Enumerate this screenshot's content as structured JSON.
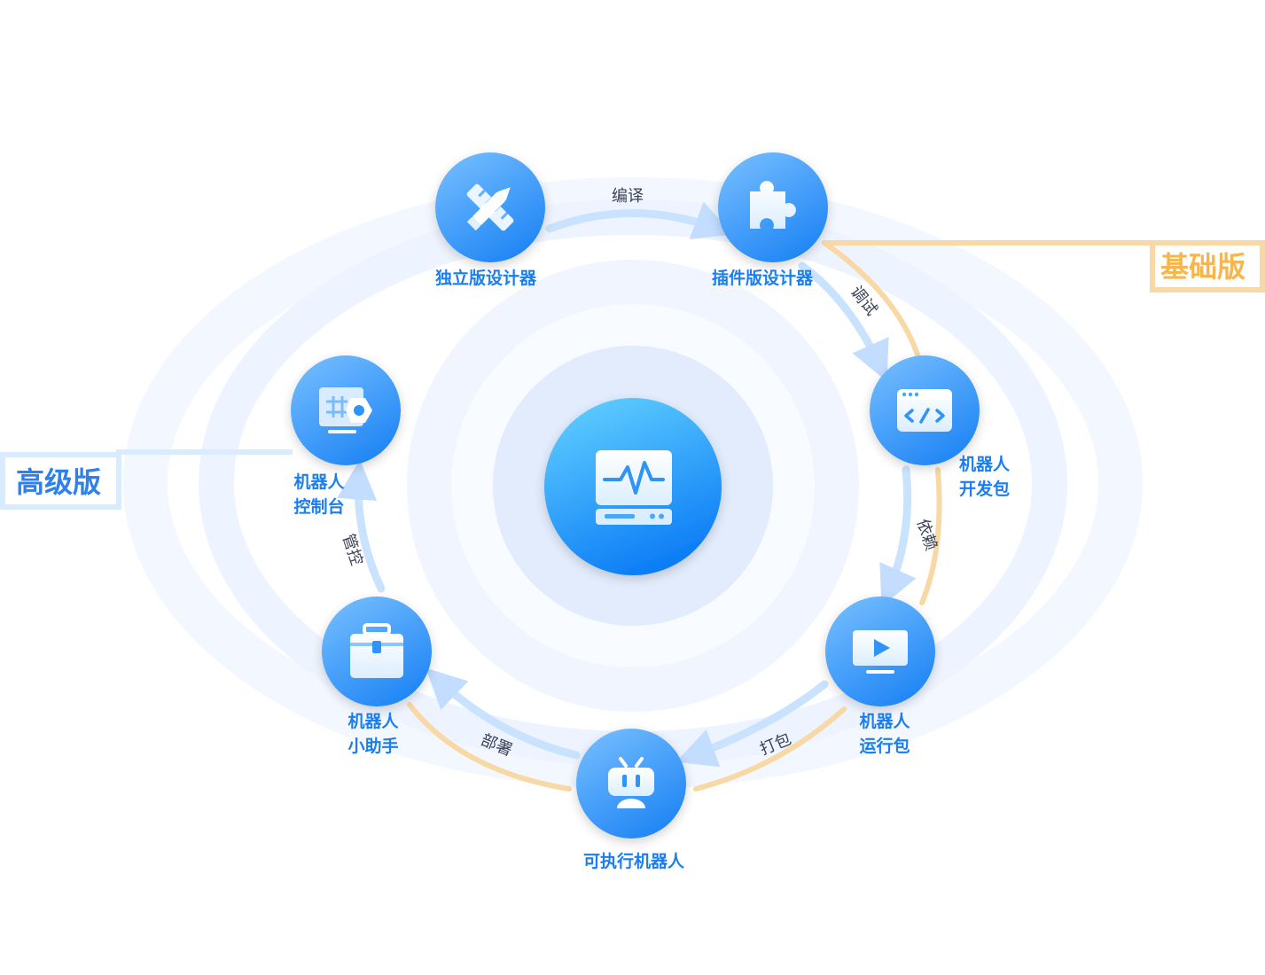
{
  "tiers": {
    "basic": {
      "label": "基础版",
      "color": "#f8d8a4",
      "text_color": "#f7b54e"
    },
    "advanced": {
      "label": "高级版",
      "color": "#d8ebff",
      "text_color": "#2f80ed"
    }
  },
  "center": {
    "icon": "monitor-server-icon"
  },
  "nodes": [
    {
      "id": "standalone",
      "lines": [
        "独立版设计器"
      ],
      "icon": "ruler-pencil-icon"
    },
    {
      "id": "plugin",
      "lines": [
        "插件版设计器"
      ],
      "icon": "puzzle-icon"
    },
    {
      "id": "sdk",
      "lines": [
        "机器人",
        "开发包"
      ],
      "icon": "code-window-icon"
    },
    {
      "id": "runtime",
      "lines": [
        "机器人",
        "运行包"
      ],
      "icon": "play-screen-icon"
    },
    {
      "id": "executable",
      "lines": [
        "可执行机器人"
      ],
      "icon": "robot-icon"
    },
    {
      "id": "assistant",
      "lines": [
        "机器人",
        "小助手"
      ],
      "icon": "toolbox-icon"
    },
    {
      "id": "console",
      "lines": [
        "机器人",
        "控制台"
      ],
      "icon": "control-panel-icon"
    }
  ],
  "edges": [
    {
      "from": "standalone",
      "to": "plugin",
      "label": "编译"
    },
    {
      "from": "plugin",
      "to": "sdk",
      "label": "调试"
    },
    {
      "from": "sdk",
      "to": "runtime",
      "label": "依赖"
    },
    {
      "from": "runtime",
      "to": "executable",
      "label": "打包"
    },
    {
      "from": "executable",
      "to": "assistant",
      "label": "部署"
    },
    {
      "from": "assistant",
      "to": "console",
      "label": "管控"
    }
  ],
  "colors": {
    "node_gradient_top": "#69b8ff",
    "node_gradient_bottom": "#1f86f5",
    "center_gradient_top": "#56c8ff",
    "center_gradient_bottom": "#0a7bf6",
    "arrow": "#c9e3ff",
    "label": "#1a7ef0"
  }
}
